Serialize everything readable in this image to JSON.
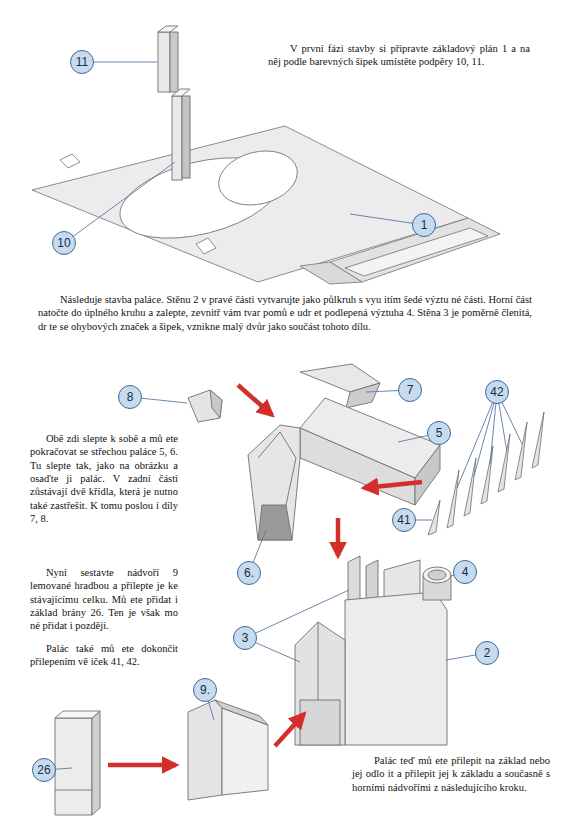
{
  "diagram": {
    "nodes": [
      {
        "text": [
          "11"
        ]
      },
      {
        "text": [
          "1"
        ]
      },
      {
        "text": [
          "10"
        ]
      },
      {
        "text": [
          "8"
        ]
      },
      {
        "text": [
          "7"
        ]
      },
      {
        "text": [
          "42"
        ]
      },
      {
        "text": [
          "5"
        ]
      },
      {
        "text": [
          "41"
        ]
      },
      {
        "text": [
          "6."
        ]
      },
      {
        "text": [
          "4"
        ]
      },
      {
        "text": [
          "3"
        ]
      },
      {
        "text": [
          "2"
        ]
      },
      {
        "text": [
          "9."
        ]
      },
      {
        "text": [
          "26"
        ]
      }
    ],
    "labels": [
      "V první fázi stavby si připravte základový plán 1 a na něj podle barevných šipek umístěte podpěry 10, 11.",
      "Následuje stavba paláce. Stěnu 2 v pravé části vytvarujte jako půlkruh s vyu itím šedé výztu né části. Horní část natočte do úplného kruhu a zalepte, zevnitř vám tvar pomů e udr et podlepená výztuha 4. Stěna 3 je poměrně členitá, dr te se ohybových značek a šipek, vznikne malý dvůr jako součást tohoto dílu.",
      "Obě zdi slepte k sobě a mů ete pokračovat se střechou paláce 5, 6. Tu slepte tak, jako na obrázku a osaďte ji palác. V zadní části zůstávají dvě křídla, která je nutno také zastřešit. K tomu poslou í díly 7, 8.",
      "Nyní sestavte nádvoří 9 lemované hradbou a přilepte je ke stávajícímu celku. Mů ete přidat i základ brány 26. Ten je však mo né přidat i později.",
      "Palác také mů ete dokončit přilepením vě iček 41, 42.",
      "Palác teď mů ete přilepit na základ nebo jej odlo it a přilepit jej k základu a současně s horními nádvořími z následujícího kroku."
    ]
  }
}
